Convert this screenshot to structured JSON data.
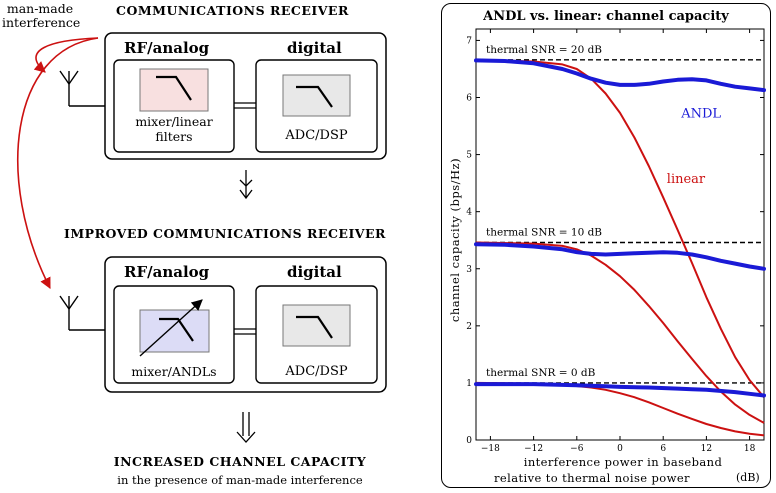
{
  "diagram": {
    "interference_label_line1": "man-made",
    "interference_label_line2": "interference",
    "top_title": "COMMUNICATIONS RECEIVER",
    "rf_label": "RF/analog",
    "digital_label": "digital",
    "top_filter_label_line1": "mixer/linear",
    "top_filter_label_line2": "filters",
    "adc_label": "ADC/DSP",
    "improved_title": "IMPROVED COMMUNICATIONS RECEIVER",
    "andl_filter_label": "mixer/ANDLs",
    "result_title": "INCREASED CHANNEL CAPACITY",
    "result_subtitle": "in the presence of man-made interference",
    "colors": {
      "interference_arrow": "#cc1111",
      "linear_filter_fill": "#f8e0e0",
      "andl_filter_fill": "#dcdcf6",
      "adc_fill": "#e8e8e8"
    }
  },
  "chart_data": {
    "type": "line",
    "title": "ANDL vs. linear: channel capacity",
    "xlabel_line1": "interference power in baseband",
    "xlabel_line2": "relative to thermal noise power",
    "xlabel_unit": "(dB)",
    "ylabel": "channel capacity (bps/Hz)",
    "xlim": [
      -20,
      20
    ],
    "ylim": [
      0,
      7.2
    ],
    "xticks": [
      -18,
      -12,
      -6,
      0,
      6,
      12,
      18
    ],
    "yticks": [
      0,
      1,
      2,
      3,
      4,
      5,
      6,
      7
    ],
    "legend_labels": {
      "andl": "ANDL",
      "linear": "linear"
    },
    "colors": {
      "andl": "#1a1ad6",
      "linear": "#cc1111",
      "reference": "#000000"
    },
    "thermal_references": [
      {
        "label": "thermal SNR = 20 dB",
        "value": 6.66
      },
      {
        "label": "thermal SNR = 10 dB",
        "value": 3.46
      },
      {
        "label": "thermal SNR = 0 dB",
        "value": 1.0
      }
    ],
    "series": [
      {
        "kind": "andl",
        "snr": 20,
        "x": [
          -20,
          -16,
          -12,
          -8,
          -6,
          -4,
          -2,
          0,
          2,
          4,
          6,
          8,
          10,
          12,
          14,
          16,
          18,
          20
        ],
        "y": [
          6.65,
          6.64,
          6.6,
          6.5,
          6.42,
          6.33,
          6.26,
          6.22,
          6.22,
          6.24,
          6.28,
          6.31,
          6.32,
          6.3,
          6.24,
          6.19,
          6.16,
          6.13
        ]
      },
      {
        "kind": "linear",
        "snr": 20,
        "x": [
          -20,
          -12,
          -8,
          -6,
          -4,
          -2,
          0,
          2,
          4,
          6,
          8,
          10,
          12,
          14,
          16,
          18,
          20
        ],
        "y": [
          6.66,
          6.63,
          6.58,
          6.5,
          6.33,
          6.07,
          5.73,
          5.3,
          4.8,
          4.25,
          3.68,
          3.1,
          2.5,
          1.95,
          1.45,
          1.05,
          0.75
        ]
      },
      {
        "kind": "andl",
        "snr": 10,
        "x": [
          -20,
          -16,
          -12,
          -8,
          -6,
          -4,
          -2,
          0,
          2,
          4,
          6,
          8,
          10,
          12,
          14,
          16,
          18,
          20
        ],
        "y": [
          3.43,
          3.42,
          3.39,
          3.34,
          3.29,
          3.26,
          3.25,
          3.26,
          3.27,
          3.28,
          3.29,
          3.28,
          3.25,
          3.2,
          3.14,
          3.09,
          3.04,
          3.0
        ]
      },
      {
        "kind": "linear",
        "snr": 10,
        "x": [
          -20,
          -12,
          -8,
          -6,
          -4,
          -2,
          0,
          2,
          4,
          6,
          8,
          10,
          12,
          14,
          16,
          18,
          20
        ],
        "y": [
          3.46,
          3.44,
          3.4,
          3.34,
          3.23,
          3.07,
          2.87,
          2.63,
          2.35,
          2.05,
          1.73,
          1.42,
          1.12,
          0.85,
          0.62,
          0.44,
          0.3
        ]
      },
      {
        "kind": "andl",
        "snr": 0,
        "x": [
          -20,
          -12,
          -6,
          -2,
          0,
          4,
          8,
          10,
          12,
          16,
          18,
          20
        ],
        "y": [
          0.98,
          0.98,
          0.96,
          0.94,
          0.93,
          0.92,
          0.9,
          0.89,
          0.88,
          0.84,
          0.81,
          0.78
        ]
      },
      {
        "kind": "linear",
        "snr": 0,
        "x": [
          -20,
          -12,
          -8,
          -4,
          -2,
          0,
          2,
          4,
          6,
          8,
          10,
          12,
          14,
          16,
          18,
          20
        ],
        "y": [
          1.0,
          0.99,
          0.97,
          0.92,
          0.88,
          0.82,
          0.75,
          0.66,
          0.56,
          0.46,
          0.37,
          0.28,
          0.21,
          0.15,
          0.11,
          0.08
        ]
      }
    ]
  }
}
